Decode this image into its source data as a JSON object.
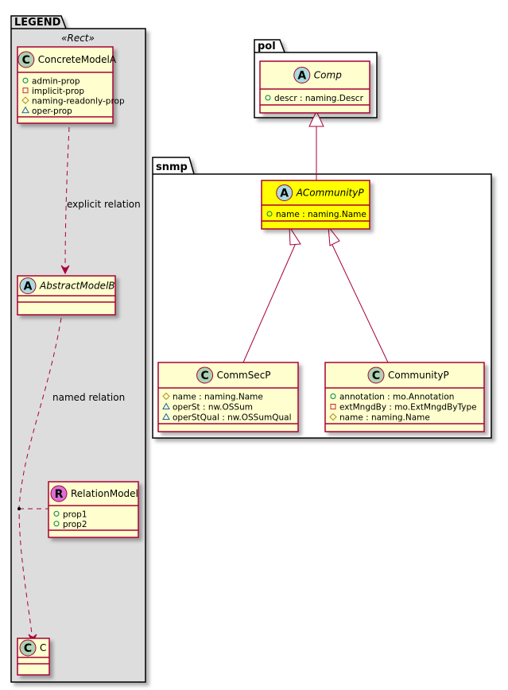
{
  "colors": {
    "class_fill": "#FEFECE",
    "class_border": "#A80036",
    "highlight_fill": "#FFFF00",
    "package_legend_fill": "#DDDDDD",
    "package_fill": "#FFFFFF",
    "edge": "#A80036",
    "circle_class": "#ADD1B2",
    "circle_abstract": "#A9DCDF",
    "circle_relation": "#DA70D6",
    "vis_public": "#038048",
    "vis_private": "#C82930",
    "vis_protected": "#B38D22",
    "vis_package": "#1963A0"
  },
  "packages": {
    "legend": {
      "name": "LEGEND",
      "stereotype": "«Rect»"
    },
    "pol": {
      "name": "pol"
    },
    "snmp": {
      "name": "snmp"
    }
  },
  "classes": {
    "concrete_model_a": {
      "kind": "C",
      "name": "ConcreteModelA",
      "italic": false,
      "members": [
        {
          "vis": "public",
          "text": "admin-prop"
        },
        {
          "vis": "private",
          "text": "implicit-prop"
        },
        {
          "vis": "protected",
          "text": "naming-readonly-prop"
        },
        {
          "vis": "package",
          "text": "oper-prop"
        }
      ]
    },
    "abstract_model_b": {
      "kind": "A",
      "name": "AbstractModelB",
      "italic": true,
      "members": []
    },
    "relation_model": {
      "kind": "R",
      "name": "RelationModel",
      "italic": false,
      "members": [
        {
          "vis": "public",
          "text": "prop1"
        },
        {
          "vis": "public",
          "text": "prop2"
        }
      ]
    },
    "c": {
      "kind": "C",
      "name": "C",
      "italic": false,
      "members": []
    },
    "comp": {
      "kind": "A",
      "name": "Comp",
      "italic": true,
      "members": [
        {
          "vis": "public",
          "text": "descr : naming.Descr"
        }
      ]
    },
    "acommunityp": {
      "kind": "A",
      "name": "ACommunityP",
      "italic": true,
      "highlighted": true,
      "members": [
        {
          "vis": "public",
          "text": "name : naming.Name"
        }
      ]
    },
    "commsecp": {
      "kind": "C",
      "name": "CommSecP",
      "italic": false,
      "members": [
        {
          "vis": "protected",
          "text": "name : naming.Name"
        },
        {
          "vis": "package",
          "text": "operSt : nw.OSSum"
        },
        {
          "vis": "package",
          "text": "operStQual : nw.OSSumQual"
        }
      ]
    },
    "communityp": {
      "kind": "C",
      "name": "CommunityP",
      "italic": false,
      "members": [
        {
          "vis": "public",
          "text": "annotation : mo.Annotation"
        },
        {
          "vis": "private",
          "text": "extMngdBy : mo.ExtMngdByType"
        },
        {
          "vis": "protected",
          "text": "name : naming.Name"
        }
      ]
    }
  },
  "relations": {
    "explicit": {
      "from": "ConcreteModelA",
      "to": "AbstractModelB",
      "type": "dependency",
      "label": "explicit relation"
    },
    "named": {
      "from": "AbstractModelB",
      "to": "C",
      "type": "dependency",
      "label": "named relation",
      "association_class": "RelationModel"
    },
    "gen1": {
      "from": "ACommunityP",
      "to": "Comp",
      "type": "generalization"
    },
    "gen2": {
      "from": "CommSecP",
      "to": "ACommunityP",
      "type": "generalization"
    },
    "gen3": {
      "from": "CommunityP",
      "to": "ACommunityP",
      "type": "generalization"
    }
  }
}
